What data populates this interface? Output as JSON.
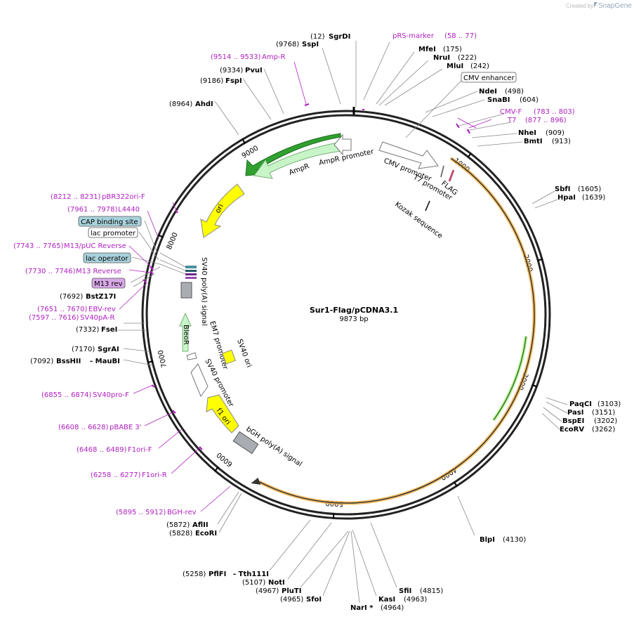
{
  "credit": {
    "prefix": "Created by",
    "brand": "SnapGene"
  },
  "plasmid": {
    "name": "Sur1-Flag/pCDNA3.1",
    "length": "9873 bp"
  },
  "ticks": [
    "1000",
    "2000",
    "3000",
    "4000",
    "5000",
    "6000",
    "7000",
    "8000",
    "9000"
  ],
  "sites_right": [
    {
      "name": "SgrDI",
      "pos": "(12)"
    },
    {
      "name": "SspI",
      "pos": "(9768)"
    },
    {
      "name": "MfeI",
      "pos": "(175)"
    },
    {
      "name": "NruI",
      "pos": "(222)"
    },
    {
      "name": "MluI",
      "pos": "(242)"
    },
    {
      "name": "NdeI",
      "pos": "(498)"
    },
    {
      "name": "SnaBI",
      "pos": "(604)"
    },
    {
      "name": "NheI",
      "pos": "(909)"
    },
    {
      "name": "BmtI",
      "pos": "(913)"
    },
    {
      "name": "SbfI",
      "pos": "(1605)"
    },
    {
      "name": "HpaI",
      "pos": "(1639)"
    },
    {
      "name": "PaqCI",
      "pos": "(3103)"
    },
    {
      "name": "PasI",
      "pos": "(3151)"
    },
    {
      "name": "BspEI",
      "pos": "(3202)"
    },
    {
      "name": "EcoRV",
      "pos": "(3262)"
    },
    {
      "name": "BlpI",
      "pos": "(4130)"
    },
    {
      "name": "SfiI",
      "pos": "(4815)"
    },
    {
      "name": "KasI",
      "pos": "(4963)"
    },
    {
      "name": "NarI *",
      "pos": "(4964)"
    }
  ],
  "sites_left": [
    {
      "name": "PvuI",
      "pos": "(9334)"
    },
    {
      "name": "FspI",
      "pos": "(9186)"
    },
    {
      "name": "AhdI",
      "pos": "(8964)"
    },
    {
      "name": "BstZ17I",
      "pos": "(7692)"
    },
    {
      "name": "FseI",
      "pos": "(7332)"
    },
    {
      "name": "SgrAI",
      "pos": "(7170)"
    },
    {
      "name": "BssHII",
      "pos": "(7092)"
    },
    {
      "name": "- MauBI",
      "pos": ""
    },
    {
      "name": "AflII",
      "pos": "(5872)"
    },
    {
      "name": "EcoRI",
      "pos": "(5828)"
    },
    {
      "name": "PflFI",
      "pos": "(5258)"
    },
    {
      "name": "- Tth111I",
      "pos": ""
    },
    {
      "name": "NotI",
      "pos": "(5107)"
    },
    {
      "name": "PluTI",
      "pos": "(4967)"
    },
    {
      "name": "SfoI",
      "pos": "(4965)"
    }
  ],
  "primers": [
    {
      "name": "pRS-marker",
      "range": "(58 .. 77)"
    },
    {
      "name": "Amp-R",
      "range": "(9514 .. 9533)"
    },
    {
      "name": "CMV-F",
      "range": "(783 .. 803)"
    },
    {
      "name": "T7",
      "range": "(877 .. 896)"
    },
    {
      "name": "pBR322ori-F",
      "range": "(8212 .. 8231)"
    },
    {
      "name": "L4440",
      "range": "(7961 .. 7978)"
    },
    {
      "name": "M13/pUC Reverse",
      "range": "(7743 .. 7765)"
    },
    {
      "name": "M13 Reverse",
      "range": "(7730 .. 7746)"
    },
    {
      "name": "EBV-rev",
      "range": "(7651 .. 7670)"
    },
    {
      "name": "SV40pA-R",
      "range": "(7597 .. 7616)"
    },
    {
      "name": "SV40pro-F",
      "range": "(6855 .. 6874)"
    },
    {
      "name": "pBABE 3'",
      "range": "(6608 .. 6628)"
    },
    {
      "name": "F1ori-F",
      "range": "(6468 .. 6489)"
    },
    {
      "name": "F1ori-R",
      "range": "(6258 .. 6277)"
    },
    {
      "name": "BGH-rev",
      "range": "(5895 .. 5912)"
    }
  ],
  "boxed_labels": [
    "CMV enhancer",
    "CAP binding site",
    "lac promoter",
    "lac operator",
    "M13 rev"
  ],
  "features": {
    "ampr": "AmpR",
    "ampr_promoter": "AmpR promoter",
    "ori": "ori",
    "cmv_promoter": "CMV promoter",
    "t7_promoter": "T7 promoter",
    "flag": "FLAG",
    "kozak": "Kozak sequence",
    "sv40_polya": "SV40 poly(A) signal",
    "bleor": "BleoR",
    "em7": "EM7 promoter",
    "sv40_promoter": "SV40 promoter",
    "sv40_ori": "SV40 ori",
    "f1_ori": "f1 ori",
    "bgh": "bGH poly(A) signal"
  },
  "colors": {
    "primer": "#b020c0",
    "ampr": "#c8f5c8",
    "ori": "#ffff00",
    "insert": "#f5b041",
    "grey": "#a9adb3",
    "cap": "#a8d2dc",
    "m13": "#d9a8e8"
  }
}
